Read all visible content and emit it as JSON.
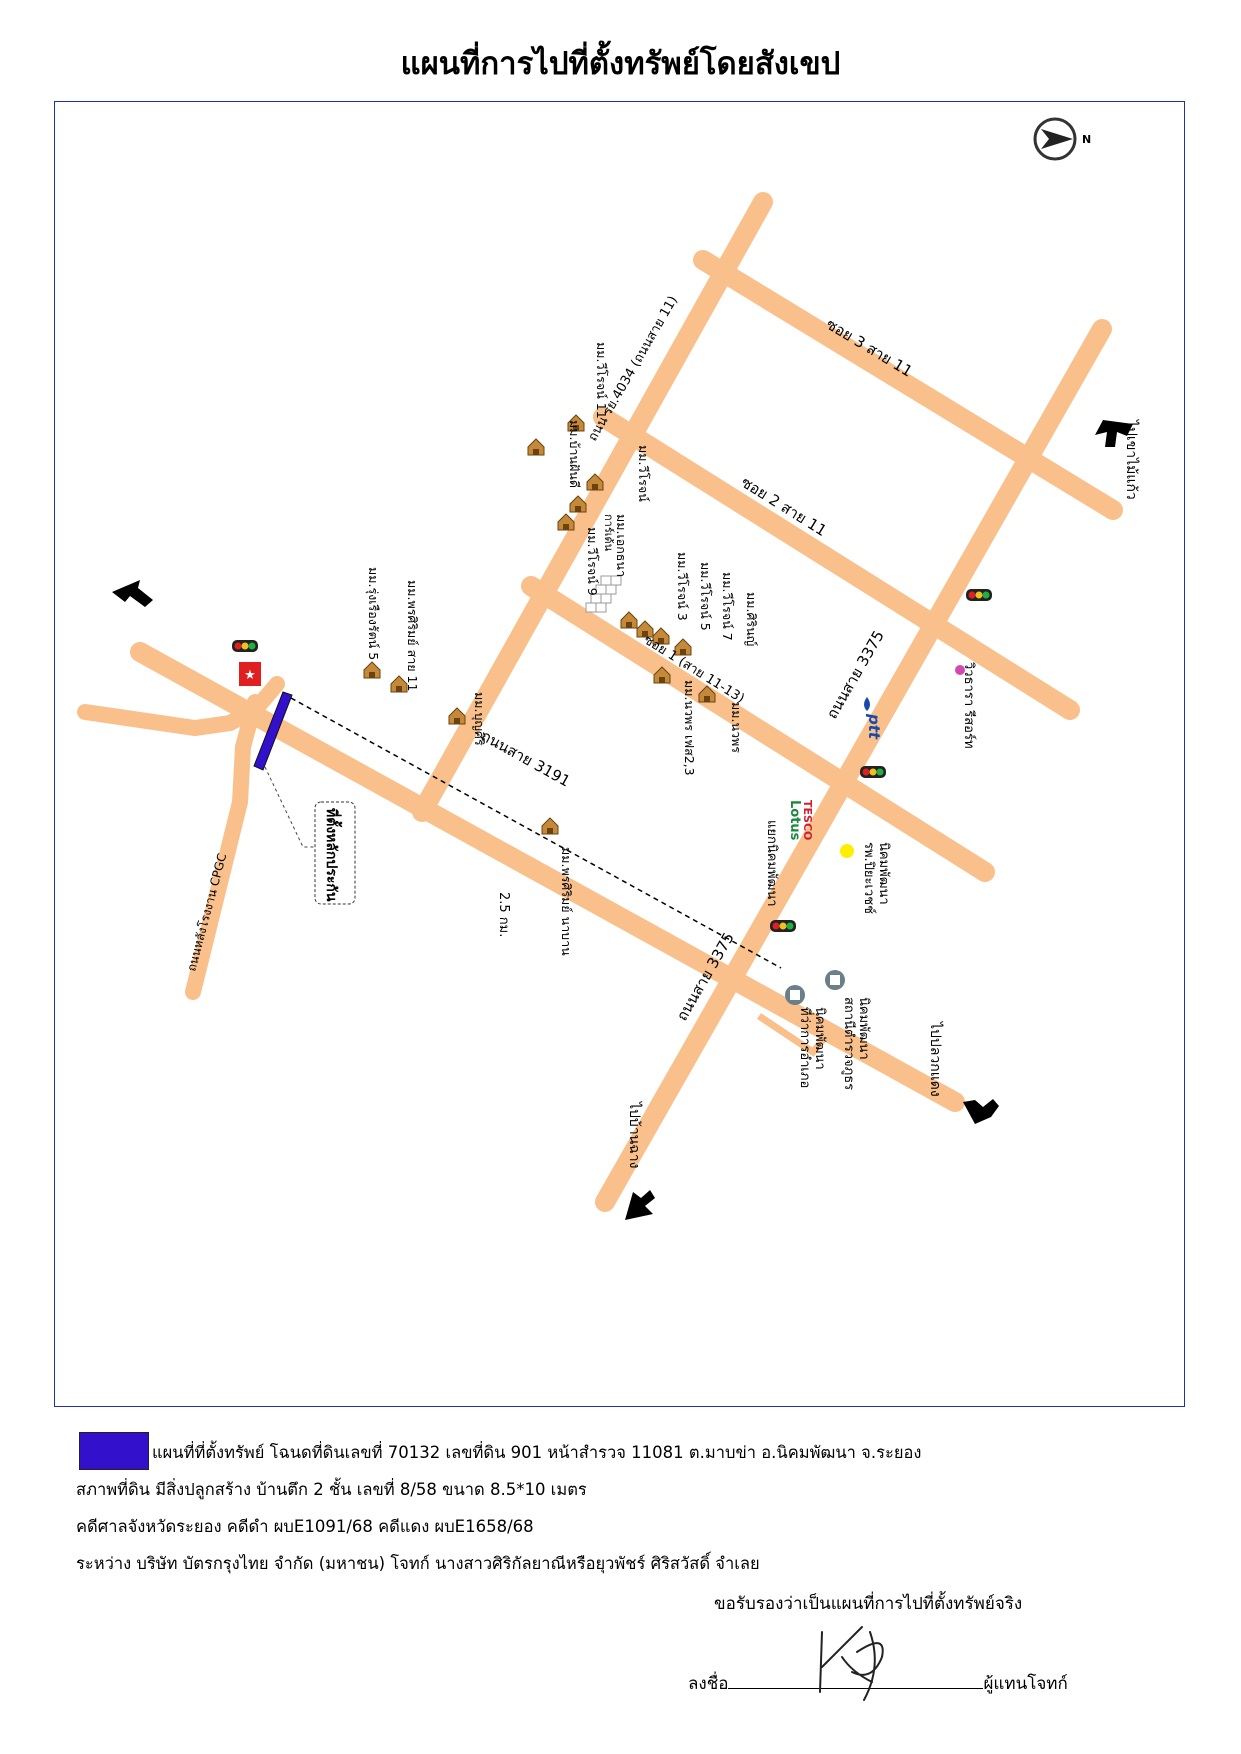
{
  "title": "แผนที่การไปที่ตั้งทรัพย์โดยสังเขป",
  "map": {
    "labels": {
      "road_main": "ถนนสาย 3191",
      "road_3375_upper": "ถนนสาย 3375",
      "road_3375_lower": "ถนนสาย 3375",
      "road_4034": "ถนน รย.4034 (ถนนสาย 11)",
      "soi3": "ซอย 3 สาย 11",
      "soi2": "ซอย 2 สาย 11",
      "soi1": "ซอย 1 (สาย 11-13)",
      "road_cpgc": "ถนนหลังโรงงาน CPGC",
      "to_hupbon": "ไปบ้านฉาง",
      "to_pluak": "ไปปลวกแดง",
      "to_nongbua": "ไปเขาไม้แก้ว",
      "distance": "2.5 กม.",
      "junction": "แยกนิคมพัฒนา",
      "property": "ที่ตั้งหลักประกัน",
      "hospital": "รพ.ปิยะเวชช์\nนิคมพัฒนา",
      "police": "สถานีตำรวจภูธร\nนิคมพัฒนา",
      "district": "ที่ว่าการอำเภอ\nนิคมพัฒนา",
      "ptt": "ptt",
      "resort": "วิวธารา รีสอร์ท",
      "tesco_1": "TESCO",
      "tesco_2": "Lotus",
      "compass_n": "N",
      "v_viros11": "มม.วีโรจน์ 11",
      "v_baanfun": "มม.บ้านฝันดี",
      "v_viros": "มม.วีโรจน์",
      "v_ekthana": "มม.เอกธนา",
      "v_kaset": "การ์เด้น",
      "v_viros9": "มม.วีโรจน์ 9",
      "v_viros3": "มม.วีโรจน์ 3",
      "v_viros5": "มม.วีโรจน์ 5",
      "v_viros7": "มม.วีโรจน์ 7",
      "v_sirin": "มม.ศิรินญ์",
      "v_naphon23": "มม.นวพร เฟส2,3",
      "v_naphon": "มม.นวพร",
      "v_boonsri": "มม.บุญศิริ",
      "v_pornsiri11": "มม.พรศิริมย์ สาย 11",
      "v_rungruang5": "มม.รุ่งเรืองรัตน์ 5",
      "v_pornsiri_nm": "มม.พรศิริมย์ นาบาน"
    }
  },
  "footer": {
    "legend_text": "แผนที่ที่ตั้งทรัพย์ โฉนดที่ดินเลขที่  70132  เลขที่ดิน  901  หน้าสำรวจ 11081 ต.มาบข่า อ.นิคมพัฒนา จ.ระยอง",
    "land_text": "สภาพที่ดิน มีสิ่งปลูกสร้าง บ้านตึก 2 ชั้น เลขที่ 8/58  ขนาด 8.5*10 เมตร",
    "court_text": "คดีศาลจังหวัดระยอง  คดีดำ ผบE1091/68  คดีแดง ผบE1658/68",
    "parties_text": "ระหว่าง บริษัท บัตรกรุงไทย จำกัด (มหาชน)  โจทก์     นางสาวศิริกัลยาณีหรือยุวพัชร์ ศิริสวัสดิ์  จำเลย",
    "certify_text": "ขอรับรองว่าเป็นแผนที่การไปที่ตั้งทรัพย์จริง",
    "sign_prefix": "ลงชื่อ",
    "sign_suffix": "ผู้แทนโจทก์"
  }
}
